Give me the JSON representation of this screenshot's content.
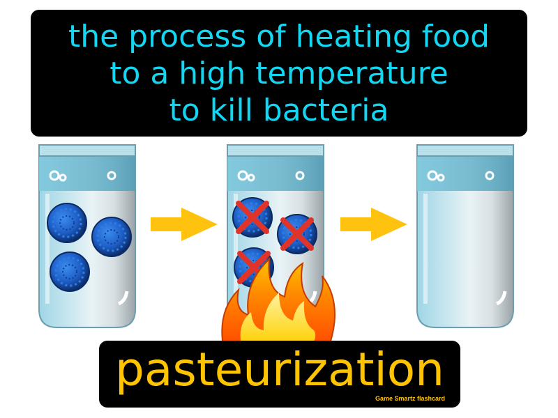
{
  "definition": {
    "lines": [
      "the process of heating food",
      "to a high temperature",
      "to kill bacteria"
    ]
  },
  "term": "pasteurization",
  "brand": "Game Smartz  flashcard",
  "colors": {
    "definition_text": "#12d6f2",
    "term_text": "#ffc400",
    "box_background": "#000000",
    "arrow": "#ffc20e",
    "bacteria": "#1f6fd8",
    "x_mark": "#e0342a",
    "fire": "#ff7a00"
  },
  "illustration": {
    "glasses": [
      {
        "state": "with-bacteria",
        "bacteria_count": 3
      },
      {
        "state": "heated-bacteria-killed",
        "bacteria_count": 3
      },
      {
        "state": "clean",
        "bacteria_count": 0
      }
    ],
    "icons": [
      "glass-icon",
      "bacteria-icon",
      "arrow-right-icon",
      "x-mark-icon",
      "fire-icon"
    ]
  }
}
